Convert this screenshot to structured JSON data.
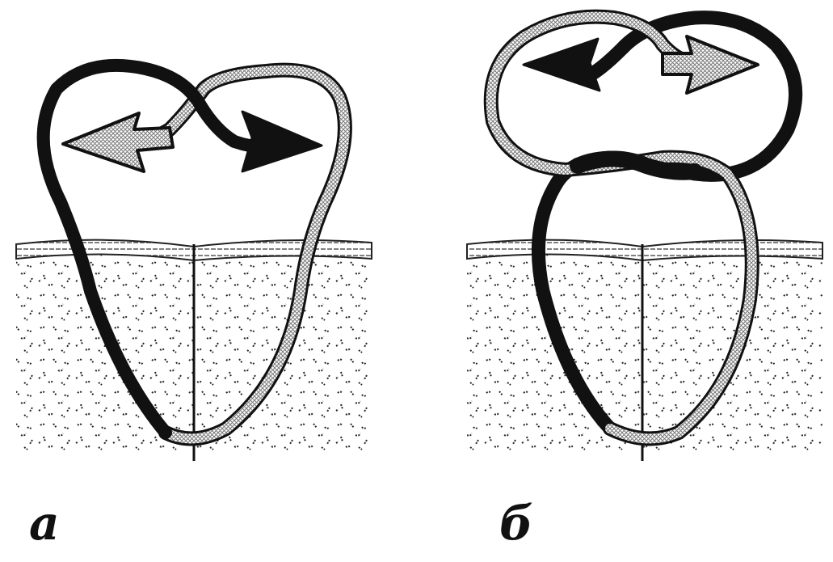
{
  "panels": [
    {
      "id": "a",
      "label": "а"
    },
    {
      "id": "b",
      "label": "б"
    }
  ],
  "colors": {
    "ink": "#111111",
    "paper": "#ffffff",
    "hatch": "#9a9a9a"
  }
}
